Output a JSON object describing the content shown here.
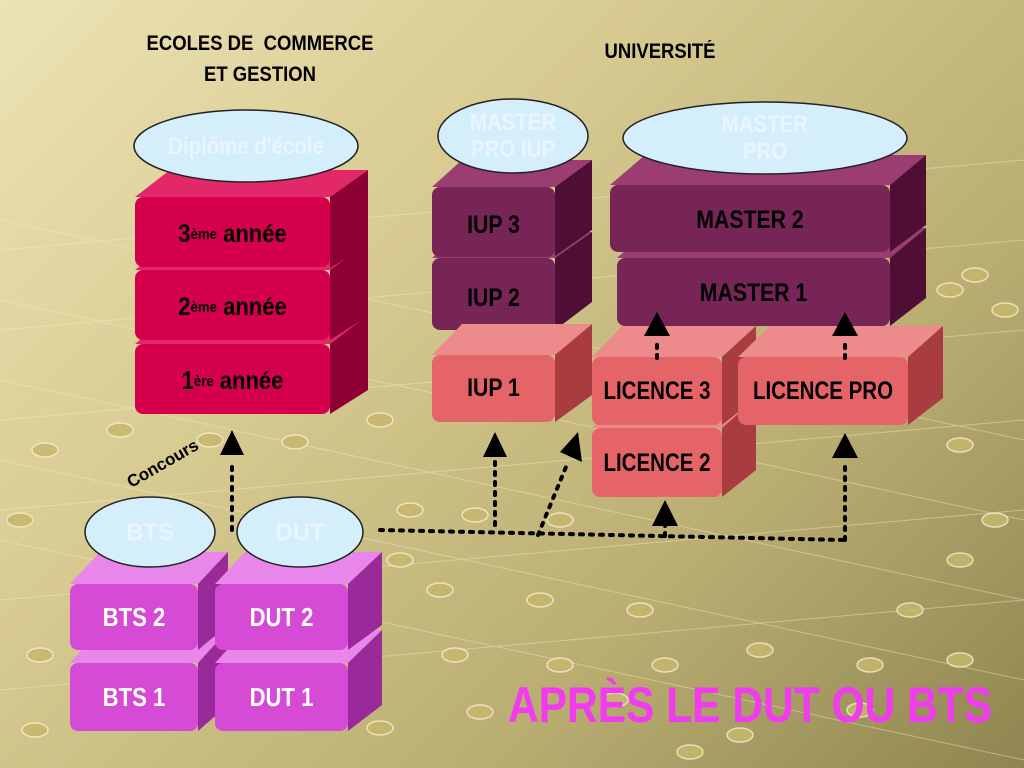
{
  "headings": {
    "ecoles_line1": "ECOLES DE  COMMERCE",
    "ecoles_line2": "ET GESTION",
    "universite": "UNIVERSITÉ"
  },
  "ecoles": {
    "oval": "Diplôme d'école",
    "year3": {
      "num": "3",
      "sup": "ème",
      "text": " année"
    },
    "year2": {
      "num": "2",
      "sup": "ème",
      "text": " année"
    },
    "year1": {
      "num": "1",
      "sup": "ère",
      "text": " année"
    }
  },
  "iup": {
    "oval_line1": "MASTER",
    "oval_line2": "PRO IUP",
    "iup3": "IUP 3",
    "iup2": "IUP 2",
    "iup1": "IUP 1"
  },
  "master": {
    "oval_line1": "MASTER",
    "oval_line2": "PRO",
    "master2": "MASTER 2",
    "master1": "MASTER 1"
  },
  "licence": {
    "licence3": "LICENCE 3",
    "licence_pro": "LICENCE PRO",
    "licence2": "LICENCE 2"
  },
  "bts": {
    "oval": "BTS",
    "bts2": "BTS 2",
    "bts1": "BTS 1"
  },
  "dut": {
    "oval": "DUT",
    "dut2": "DUT 2",
    "dut1": "DUT 1"
  },
  "concours": "Concours",
  "footer": "APRÈS LE DUT OU BTS",
  "colors": {
    "ecoles": "#d4004c",
    "purple": "#772456",
    "pink": "#e56467",
    "magenta": "#d64bd6",
    "oval": "#d5eefb",
    "footer": "#f23af0"
  }
}
